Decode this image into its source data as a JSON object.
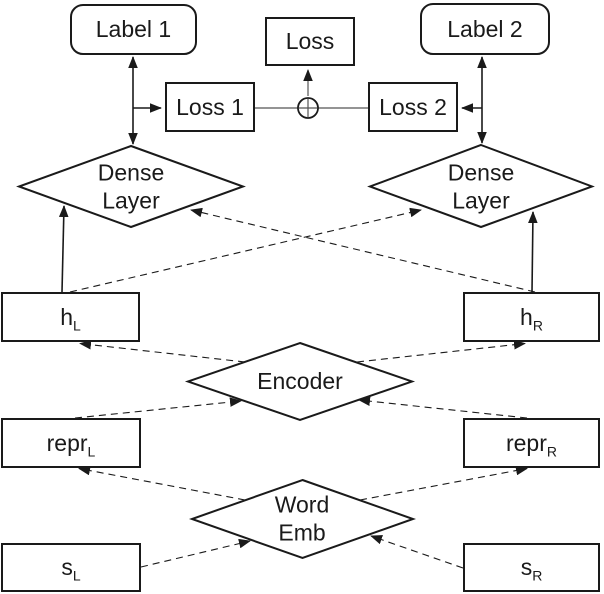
{
  "figure": {
    "colors": {
      "ink": "#1a1a1a",
      "background": "#ffffff",
      "thin_line": "#555555"
    },
    "nodes": {
      "label1": {
        "label": "Label 1"
      },
      "label2": {
        "label": "Label 2"
      },
      "loss": {
        "label": "Loss"
      },
      "loss1": {
        "label": "Loss 1"
      },
      "loss2": {
        "label": "Loss 2"
      },
      "dense_left": {
        "line1": "Dense",
        "line2": "Layer"
      },
      "dense_right": {
        "line1": "Dense",
        "line2": "Layer"
      },
      "h_left": {
        "base": "h",
        "sub": "L"
      },
      "h_right": {
        "base": "h",
        "sub": "R"
      },
      "encoder": {
        "label": "Encoder"
      },
      "repr_left": {
        "base": "repr",
        "sub": "L"
      },
      "repr_right": {
        "base": "repr",
        "sub": "R"
      },
      "word_emb": {
        "line1": "Word",
        "line2": "Emb"
      },
      "s_left": {
        "base": "s",
        "sub": "L"
      },
      "s_right": {
        "base": "s",
        "sub": "R"
      }
    },
    "icons": {
      "sum": "circle-plus-icon"
    }
  }
}
